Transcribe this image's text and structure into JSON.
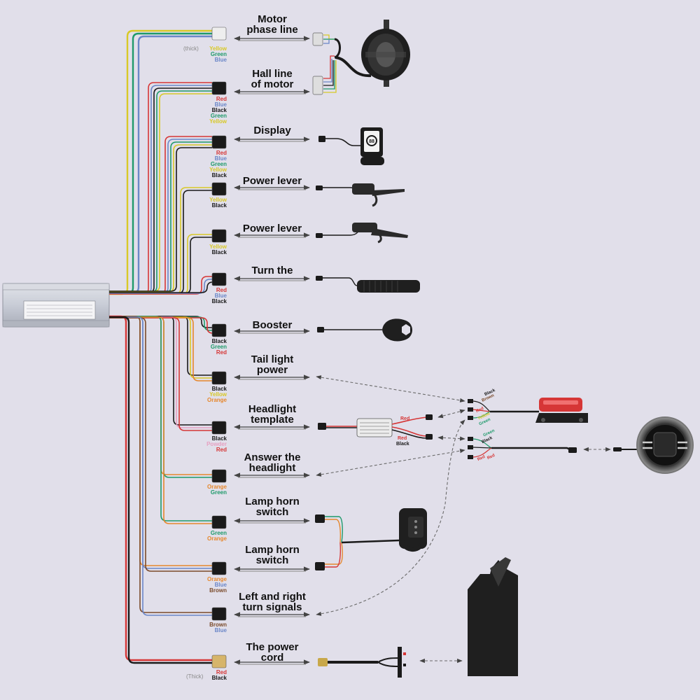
{
  "colors": {
    "yellow": "#d8c927",
    "green": "#1e9a6a",
    "blue": "#6b87c8",
    "red": "#d63636",
    "black": "#1a1a1a",
    "orange": "#e6872c",
    "brown": "#7a4a2a",
    "powder": "#e6a1c2",
    "purple": "#7a3a8a",
    "background": "#e1dfea"
  },
  "connections": [
    {
      "id": "motor-phase",
      "label": [
        "Motor",
        "phase line"
      ],
      "note": "(thick)",
      "wires": [
        "Yellow",
        "Green",
        "Blue"
      ]
    },
    {
      "id": "hall",
      "label": [
        "Hall line",
        "of motor"
      ],
      "wires": [
        "Red",
        "Blue",
        "Black",
        "Green",
        "Yellow"
      ]
    },
    {
      "id": "display",
      "label": [
        "Display"
      ],
      "wires": [
        "Red",
        "Blue",
        "Green",
        "Yellow",
        "Black"
      ]
    },
    {
      "id": "power-lever-1",
      "label": [
        "Power lever"
      ],
      "wires": [
        "Yellow",
        "Black"
      ]
    },
    {
      "id": "power-lever-2",
      "label": [
        "Power lever"
      ],
      "wires": [
        "Yellow",
        "Black"
      ]
    },
    {
      "id": "turn",
      "label": [
        "Turn the"
      ],
      "wires": [
        "Red",
        "Blue",
        "Black"
      ]
    },
    {
      "id": "booster",
      "label": [
        "Booster"
      ],
      "wires": [
        "Black",
        "Green",
        "Red"
      ]
    },
    {
      "id": "tail-light",
      "label": [
        "Tail light",
        "power"
      ],
      "wires": [
        "Black",
        "Yellow",
        "Orange"
      ]
    },
    {
      "id": "headlight-template",
      "label": [
        "Headlight",
        "template"
      ],
      "wires": [
        "Black",
        "Powder",
        "Red"
      ]
    },
    {
      "id": "answer-headlight",
      "label": [
        "Answer the",
        "headlight"
      ],
      "wires": [
        "Orange",
        "Green"
      ]
    },
    {
      "id": "lamp-horn-1",
      "label": [
        "Lamp horn",
        "switch"
      ],
      "wires": [
        "Green",
        "Orange"
      ]
    },
    {
      "id": "lamp-horn-2",
      "label": [
        "Lamp horn",
        "switch"
      ],
      "wires": [
        "Orange",
        "Blue",
        "Brown"
      ]
    },
    {
      "id": "turn-signals",
      "label": [
        "Left and right",
        "turn signals"
      ],
      "wires": [
        "Brown",
        "Blue"
      ]
    },
    {
      "id": "power-cord",
      "label": [
        "The power",
        "cord"
      ],
      "note": "(Thick)",
      "wires": [
        "Red",
        "Black"
      ]
    }
  ],
  "converter_wires": {
    "top": "Red",
    "bottom_red": "Red",
    "bottom_black": "Black"
  },
  "tail_light_wires": [
    "Black",
    "Brown",
    "Red",
    "Yellow",
    "Green"
  ],
  "headlight_wires": [
    "Green",
    "Black",
    "Red",
    "Red"
  ]
}
